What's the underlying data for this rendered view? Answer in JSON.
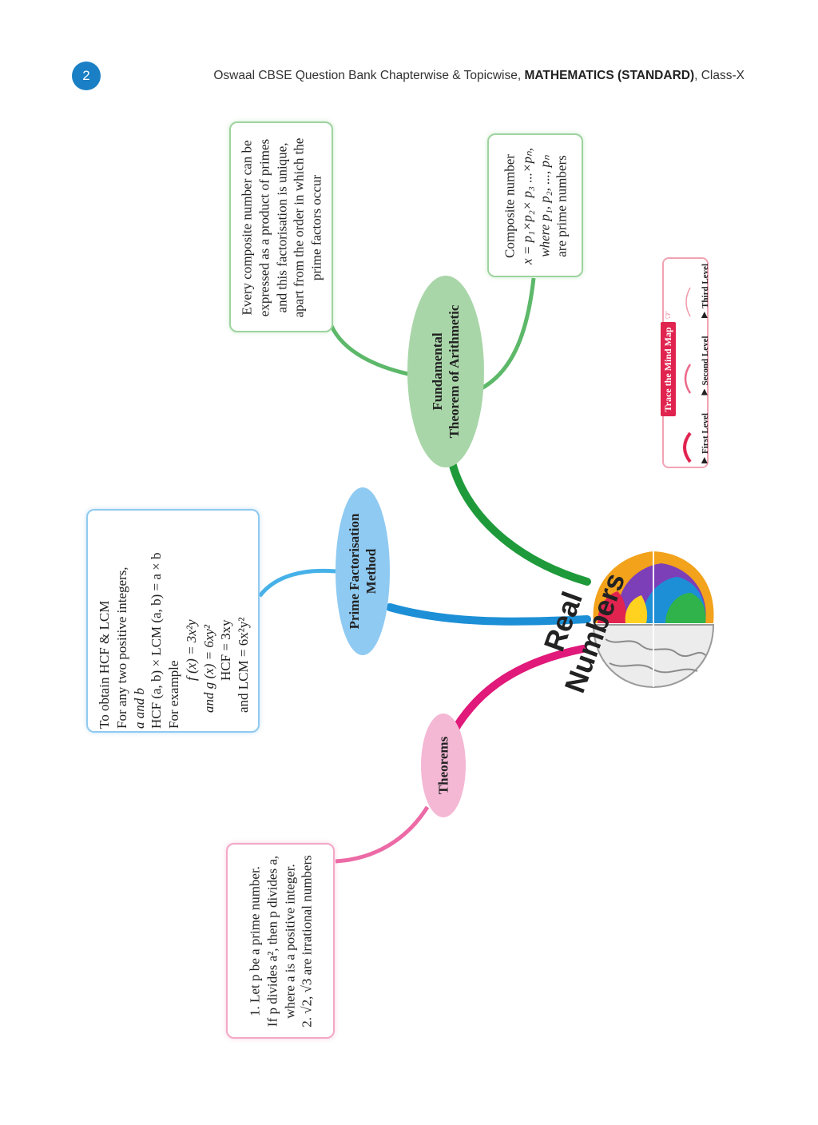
{
  "header": {
    "page_number": "2",
    "book_title": "Oswaal CBSE Question Bank Chapterwise & Topicwise,",
    "subject": "MATHEMATICS (STANDARD)",
    "class": ", Class-X"
  },
  "central": {
    "title_part1": "Real",
    "title_part2": "Numbers"
  },
  "branches": {
    "fta": {
      "line1": "Fundamental",
      "line2": "Theorem of Arithmetic",
      "definition": [
        "Every composite number can be",
        "expressed as a product of primes",
        "and this factorisation is unique,",
        "apart from the order in which the",
        "prime factors occur"
      ],
      "composite": {
        "line1": "Composite number",
        "line2": "x = p₁×p₂× p₃ ...×pₙ,",
        "line3": "where p₁, p₂, ..., pₙ",
        "line4": "are prime numbers"
      }
    },
    "pfm": {
      "line1": "Prime Factorisation",
      "line2": "Method",
      "box": {
        "l1": "To obtain HCF & LCM",
        "l2": "For any two positive integers,",
        "l3": "a and b",
        "l4": "HCF (a, b) × LCM (a, b) = a × b",
        "l5": "For example",
        "l6": "f (x) = 3x²y",
        "l7": "and   g (x) = 6xy²",
        "l8": "HCF = 3xy",
        "l9": "and  LCM = 6x²y²"
      }
    },
    "theorems": {
      "label": "Theorems",
      "box": {
        "l1": "1. Let p be a prime number.",
        "l2": "If p divides a², then p divides a,",
        "l3": "where a is a positive integer.",
        "l4": "2. √2, √3 are irrational numbers"
      }
    }
  },
  "legend": {
    "title": "Trace the Mind Map",
    "first": "First Level",
    "second": "Second Level",
    "third": "Third Level"
  },
  "colors": {
    "green_main": "#2e9a3f",
    "green_light": "#6cbf75",
    "green_node": "#a9d6a9",
    "blue_main": "#1d8fd6",
    "blue_light": "#46b1e8",
    "blue_node": "#8fcaf2",
    "pink_main": "#e0197a",
    "pink_light": "#ec6aa5",
    "pink_node": "#f4b7d4"
  }
}
